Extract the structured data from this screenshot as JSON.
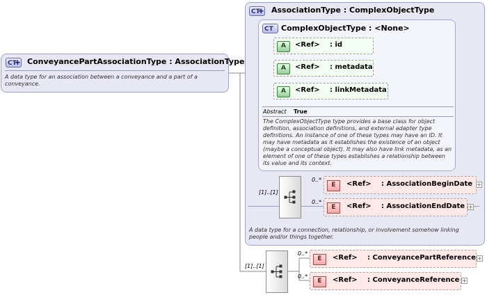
{
  "root_type": {
    "badge": "CT",
    "title": "ConveyancePartAssociationType : AssociationType",
    "description": "A data type for an association between a conveyance and a part of a conveyance."
  },
  "association_type": {
    "badge": "CT",
    "title": "AssociationType : ComplexObjectType",
    "description": "A data type for a connection, relationship, or involvement somehow linking people and/or things together.",
    "complex_object_type": {
      "badge": "CT",
      "title": "ComplexObjectType : <None>",
      "attributes": [
        {
          "badge": "A",
          "ref": "<Ref>",
          "name": ": id"
        },
        {
          "badge": "A",
          "ref": "<Ref>",
          "name": ": metadata"
        },
        {
          "badge": "A",
          "ref": "<Ref>",
          "name": ": linkMetadata"
        }
      ],
      "abstract_label": "Abstract",
      "abstract_value": "True",
      "description": "The ComplexObjectType type provides a base class for object definition, association definitions, and external adapter type definitions. An instance of one of these types may have an ID. It may have metadata as it establishes the existence of an object (maybe a conceptual object). It may also have link metadata, as an element of one of these types establishes a relationship between its value and its context."
    },
    "sequence": {
      "multiplicity": "[1]..[1]",
      "elements": [
        {
          "badge": "E",
          "ref": "<Ref>",
          "name": ": AssociationBeginDate",
          "cardinality": "0..*"
        },
        {
          "badge": "E",
          "ref": "<Ref>",
          "name": ": AssociationEndDate",
          "cardinality": "0..*"
        }
      ]
    }
  },
  "root_sequence": {
    "multiplicity": "[1]..[1]",
    "elements": [
      {
        "badge": "E",
        "ref": "<Ref>",
        "name": ": ConveyancePartReference",
        "cardinality": "0..*"
      },
      {
        "badge": "E",
        "ref": "<Ref>",
        "name": ": ConveyanceReference",
        "cardinality": "0..*"
      }
    ]
  },
  "icons": {
    "expand": "plus-icon",
    "sequence": "sequence-compositor-icon"
  },
  "colors": {
    "ct_fill": "#e8e8f4",
    "attribute_fill": "#f3fff3",
    "element_fill": "#ffe8e8"
  }
}
